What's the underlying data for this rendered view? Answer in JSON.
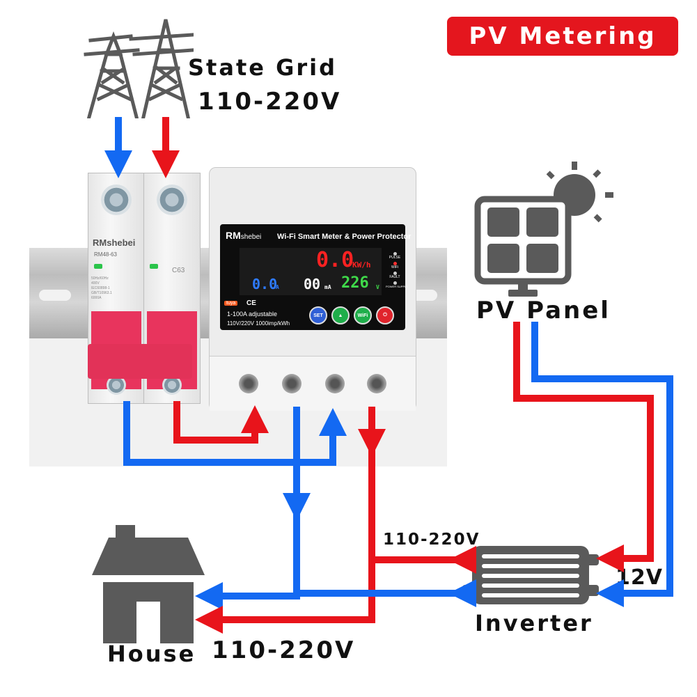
{
  "title": "PV Metering",
  "grid": {
    "name": "State Grid",
    "voltage": "110-220V"
  },
  "pv_panel": {
    "label": "PV Panel"
  },
  "inverter": {
    "label": "Inverter",
    "ac_output": "110-220V",
    "dc_input": "12V"
  },
  "house": {
    "label": "House",
    "voltage": "110-220V"
  },
  "breaker": {
    "brand_r": "RM",
    "brand": "shebei",
    "model": "RM48-63",
    "rating": "C63",
    "specs": "50Hz/60Hz\n400V\nIEC60898-1\nGB/T10963.1\n6000A"
  },
  "meter": {
    "brand_r": "RM",
    "brand": "shebei",
    "title": "Wi-Fi Smart Meter & Power Protector",
    "energy_value": "0.0",
    "energy_unit": "KW/h",
    "current_value": "0.0",
    "current_unit": "A",
    "leak_value": "00",
    "leak_unit": "mA",
    "voltage_value": "226",
    "voltage_unit": "V",
    "range_text": "1-100A adjustable",
    "spec_text": "110V/220V 1000imp/kWh",
    "tuya_label": "tuya",
    "cert_marks": "CE",
    "indicators": [
      "PULSE",
      "WiFi",
      "FAULT",
      "POWER SUPPLY"
    ],
    "buttons": [
      "SET",
      "▲",
      "WiFi",
      "⏻"
    ]
  },
  "colors": {
    "live": "#e8141b",
    "neutral": "#1369f2",
    "badge": "#e4161e",
    "icon_gray": "#5a5a5a"
  }
}
